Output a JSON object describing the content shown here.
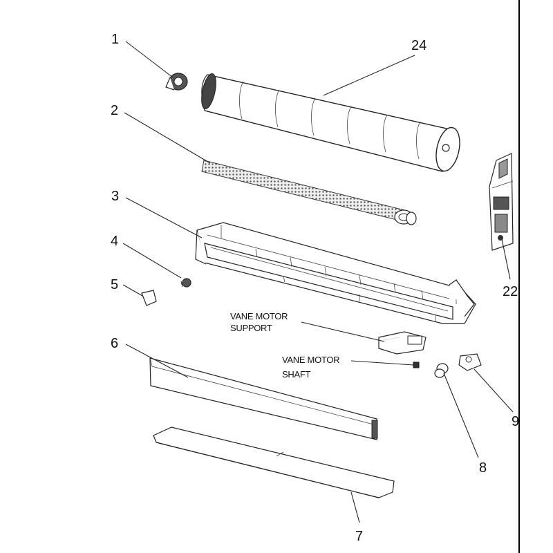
{
  "callouts": {
    "c1": "1",
    "c2": "2",
    "c3": "3",
    "c4": "4",
    "c5": "5",
    "c6": "6",
    "c7": "7",
    "c8": "8",
    "c9": "9",
    "c22": "22",
    "c24": "24"
  },
  "notes": {
    "vane_motor_support_line1": "VANE MOTOR",
    "vane_motor_support_line2": "SUPPORT",
    "vane_motor_shaft_line1": "VANE MOTOR",
    "vane_motor_shaft_line2": "SHAFT"
  }
}
